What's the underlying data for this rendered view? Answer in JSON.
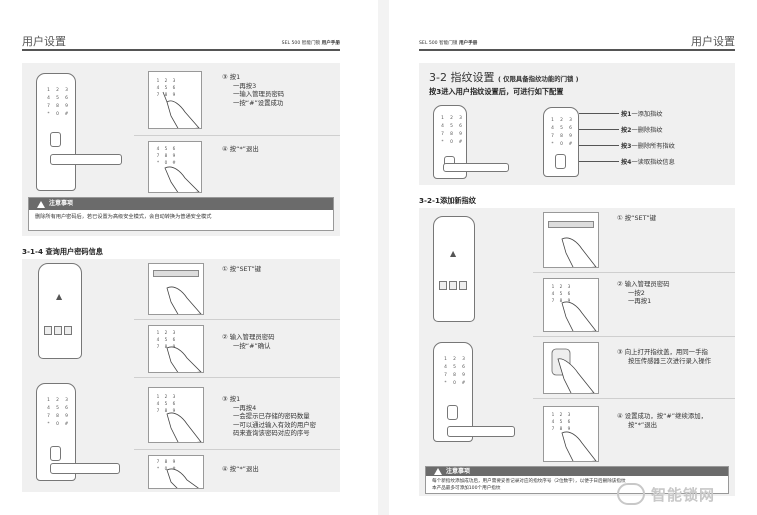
{
  "left": {
    "header": {
      "title": "用户设置",
      "meta_model": "SEL 500",
      "meta_product": "智能门锁",
      "meta_manual": "用户手册"
    },
    "keypad": [
      "1",
      "2",
      "3",
      "4",
      "5",
      "6",
      "7",
      "8",
      "9",
      "*",
      "0",
      "#"
    ],
    "step_a": {
      "num": "③",
      "lines": [
        "按1",
        "一再按3",
        "一输入管理员密码",
        "一按“#”设置成功"
      ]
    },
    "step_b": {
      "num": "④",
      "lines": [
        "按“*”退出"
      ]
    },
    "notice": {
      "title": "注意事项",
      "text": "删除所有用户密码后，若已设置为高级安全模式，会自动转换为普通安全模式"
    },
    "section_title": "3-1-4 查询用户密码信息",
    "steps": [
      {
        "num": "①",
        "lines": [
          "按“SET”键"
        ]
      },
      {
        "num": "②",
        "lines": [
          "输入管理员密码",
          "一按“#”确认"
        ]
      },
      {
        "num": "③",
        "lines": [
          "按1",
          "一再按4",
          "一会提示已存储的密码数量",
          "一可以通过输入有效的用户密",
          "  码来查询该密码对应的序号"
        ]
      },
      {
        "num": "④",
        "lines": [
          "按“*”退出"
        ]
      }
    ]
  },
  "right": {
    "header": {
      "title": "用户设置",
      "meta_model": "SEL 500",
      "meta_product": "智能门锁",
      "meta_manual": "用户手册"
    },
    "big_title": "3-2 指纹设置",
    "big_title_note": "( 仅限具备指纹功能的门锁 )",
    "subtitle": "按3进入用户指纹设置后，可进行如下配置",
    "callouts": [
      {
        "key": "按1",
        "label": "一添加指纹"
      },
      {
        "key": "按2",
        "label": "一删除指纹"
      },
      {
        "key": "按3",
        "label": "一删除所有指纹"
      },
      {
        "key": "按4",
        "label": "一读取指纹信息"
      }
    ],
    "section_title": "3-2-1添加新指纹",
    "steps": [
      {
        "num": "①",
        "lines": [
          "按“SET”键"
        ]
      },
      {
        "num": "②",
        "lines": [
          "输入管理员密码",
          "一按2",
          "一再按1"
        ]
      },
      {
        "num": "③",
        "lines": [
          "向上打开指纹盖，用同一手指",
          "按压传感器三次进行录入操作"
        ]
      },
      {
        "num": "④",
        "lines": [
          "设置成功，按“#”继续添加，",
          "按“*”退出"
        ]
      }
    ],
    "notice": {
      "title": "注意事项",
      "lines": [
        "每个新指纹添加成功后，用户需要妥善记录对应的指纹序号（2位数字），以便于日后删除该指纹",
        "本产品最多可添加100个用户指纹"
      ]
    }
  },
  "watermark": "智能锁网"
}
